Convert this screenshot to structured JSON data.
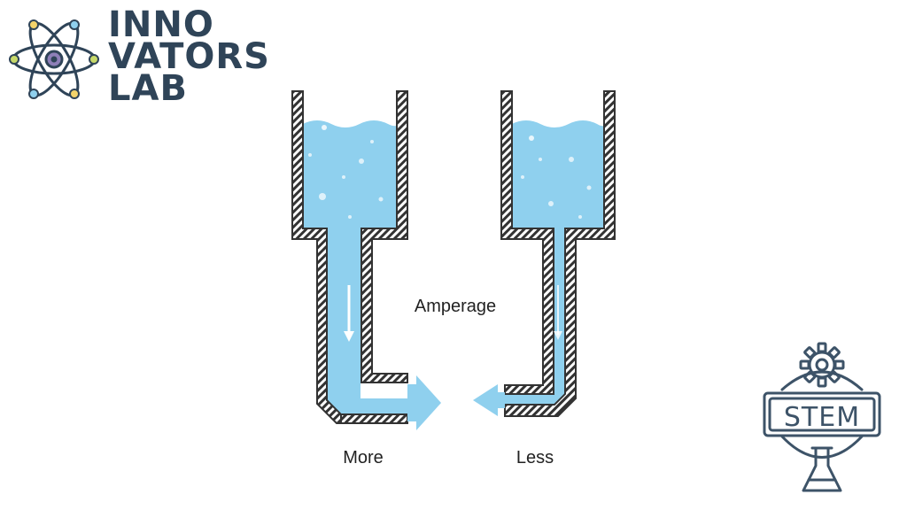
{
  "logo": {
    "icon": "atom-icon",
    "lines": [
      "INNO",
      "VATORS",
      "LAB"
    ]
  },
  "diagram": {
    "center_label": "Amperage",
    "left_label": "More",
    "right_label": "Less"
  },
  "badge": {
    "icon": "gear-flask-icon",
    "label": "STEM"
  },
  "colors": {
    "water": "#8fd0ee",
    "water_dark": "#7cc6ea",
    "wall": "#333333",
    "logo_text": "#2f4458",
    "badge_stroke": "#3d5368"
  }
}
